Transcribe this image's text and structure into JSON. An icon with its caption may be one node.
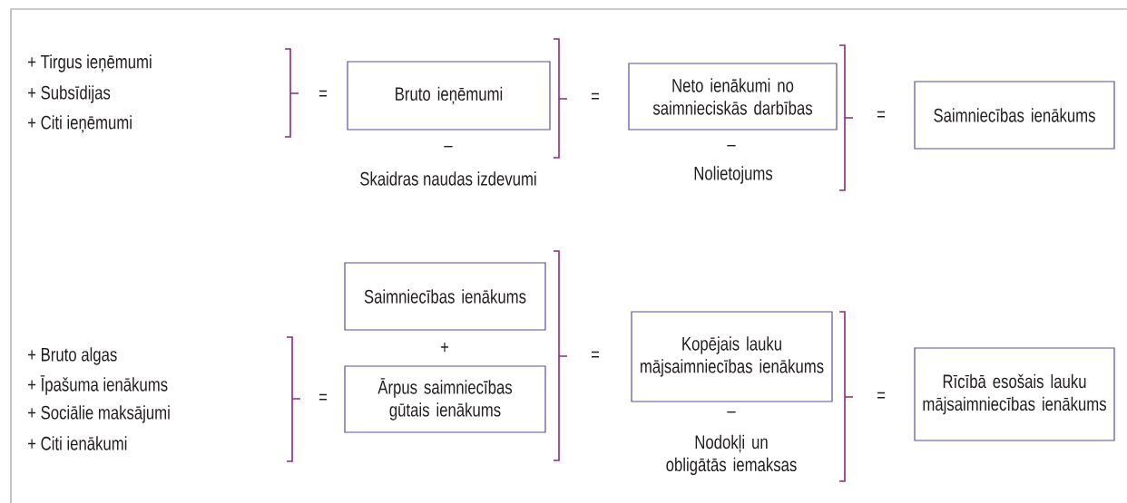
{
  "diagram": {
    "nodes": [
      {
        "text": [
          "Bruto ieņēmumi"
        ]
      },
      {
        "text": [
          "Neto ienākumi no saimnieciskās darbības"
        ]
      },
      {
        "text": [
          "Saimniecības ienākums"
        ]
      },
      {
        "text": [
          "Saimniecības ienākums"
        ]
      },
      {
        "text": [
          "Ārpus saimniecības gūtais ienākums"
        ]
      },
      {
        "text": [
          "Kopējais lauku mājsaimniecības ienākums"
        ]
      },
      {
        "text": [
          "Rīcībā esošais lauku mājsaimniecības ienākums"
        ]
      }
    ],
    "labels": [
      "+ Tirgus ieņēmumi",
      "+ Subsīdijas",
      "+ Citi ieņēmumi",
      "=",
      "–",
      "Skaidras naudas izdevumi",
      "=",
      "–",
      "Nolietojums",
      "=",
      "+",
      "+ Bruto algas",
      "+ Īpašuma ienākums",
      "+ Sociālie maksājumi",
      "+ Citi ienākumi",
      "=",
      "=",
      "–",
      "Nodokļi un obligātās iemaksas",
      "="
    ]
  }
}
